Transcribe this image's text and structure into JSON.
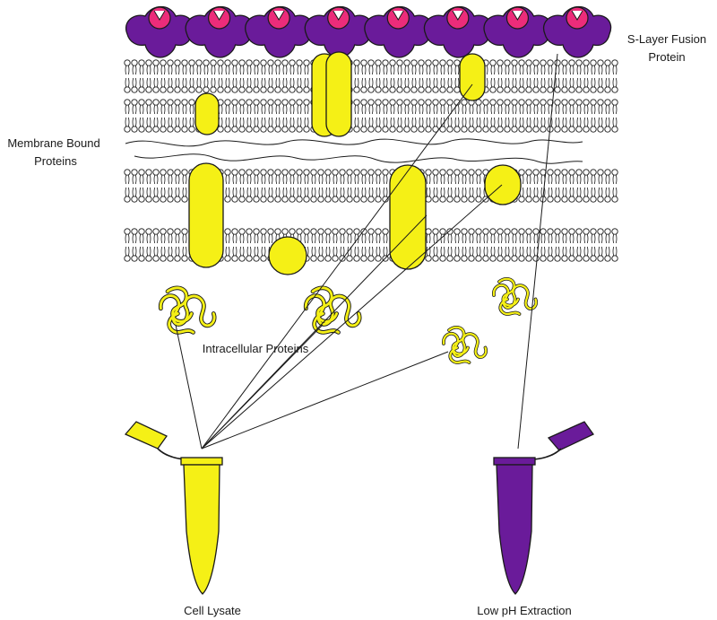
{
  "labels": {
    "slayer": [
      "S-Layer Fusion",
      "Protein"
    ],
    "membrane": [
      "Membrane Bound",
      "Proteins"
    ],
    "intracellular": "Intracellular Proteins",
    "cell_lysate": "Cell Lysate",
    "low_ph": "Low pH Extraction"
  },
  "colors": {
    "yellow": "#f5f016",
    "purple": "#6a1b9a",
    "magenta": "#ec2c7a",
    "outline": "#1a1a1a",
    "background": "#ffffff"
  },
  "icons": {
    "slayer_protein": "purple-s-layer-fusion-protein-icon",
    "membrane_protein": "yellow-membrane-protein-icon",
    "intracellular_protein": "yellow-folded-protein-icon",
    "tube_lysate": "yellow-microcentrifuge-tube-icon",
    "tube_extraction": "purple-microcentrifuge-tube-icon"
  },
  "s_layer_protein_count": 8,
  "membrane_protein_count": 8,
  "intracellular_protein_count": 4
}
